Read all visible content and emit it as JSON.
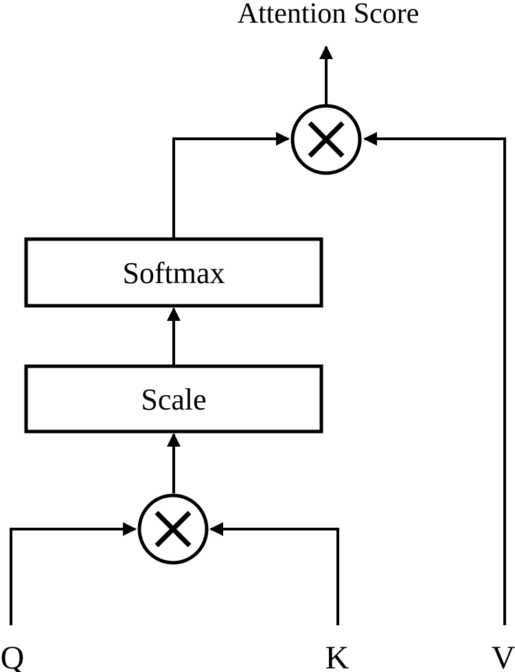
{
  "diagram": {
    "title": "Attention Score",
    "nodes": {
      "softmax": {
        "label": "Softmax",
        "type": "box"
      },
      "scale": {
        "label": "Scale",
        "type": "box"
      },
      "matmul_top": {
        "label": "multiply",
        "symbol": "×",
        "type": "circle-operator"
      },
      "matmul_bottom": {
        "label": "multiply",
        "symbol": "×",
        "type": "circle-operator"
      }
    },
    "inputs": {
      "q": "Q",
      "k": "K",
      "v": "V"
    },
    "edges": [
      {
        "from": "Q",
        "to": "matmul_bottom"
      },
      {
        "from": "K",
        "to": "matmul_bottom"
      },
      {
        "from": "matmul_bottom",
        "to": "Scale"
      },
      {
        "from": "Scale",
        "to": "Softmax"
      },
      {
        "from": "Softmax",
        "to": "matmul_top"
      },
      {
        "from": "V",
        "to": "matmul_top"
      },
      {
        "from": "matmul_top",
        "to": "Attention Score"
      }
    ],
    "colors": {
      "stroke": "#000000",
      "background": "#ffffff",
      "box_fill": "#ffffff"
    }
  }
}
